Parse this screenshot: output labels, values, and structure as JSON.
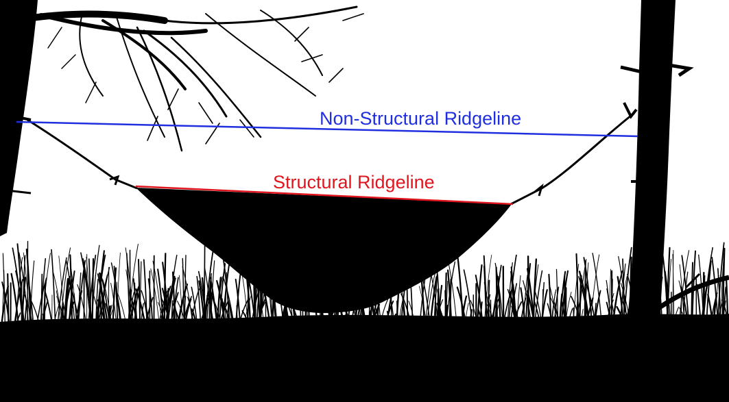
{
  "labels": {
    "non_structural": "Non-Structural Ridgeline",
    "structural": "Structural Ridgeline"
  },
  "colors": {
    "non_structural_line": "#1f2fe0",
    "structural_line": "#e0161e",
    "silhouette": "#000000",
    "background": "#ffffff"
  },
  "icons": {
    "left_tree": "tree-silhouette",
    "right_tree": "tree-silhouette",
    "hammock": "hammock-silhouette",
    "grass": "grass-silhouette"
  }
}
